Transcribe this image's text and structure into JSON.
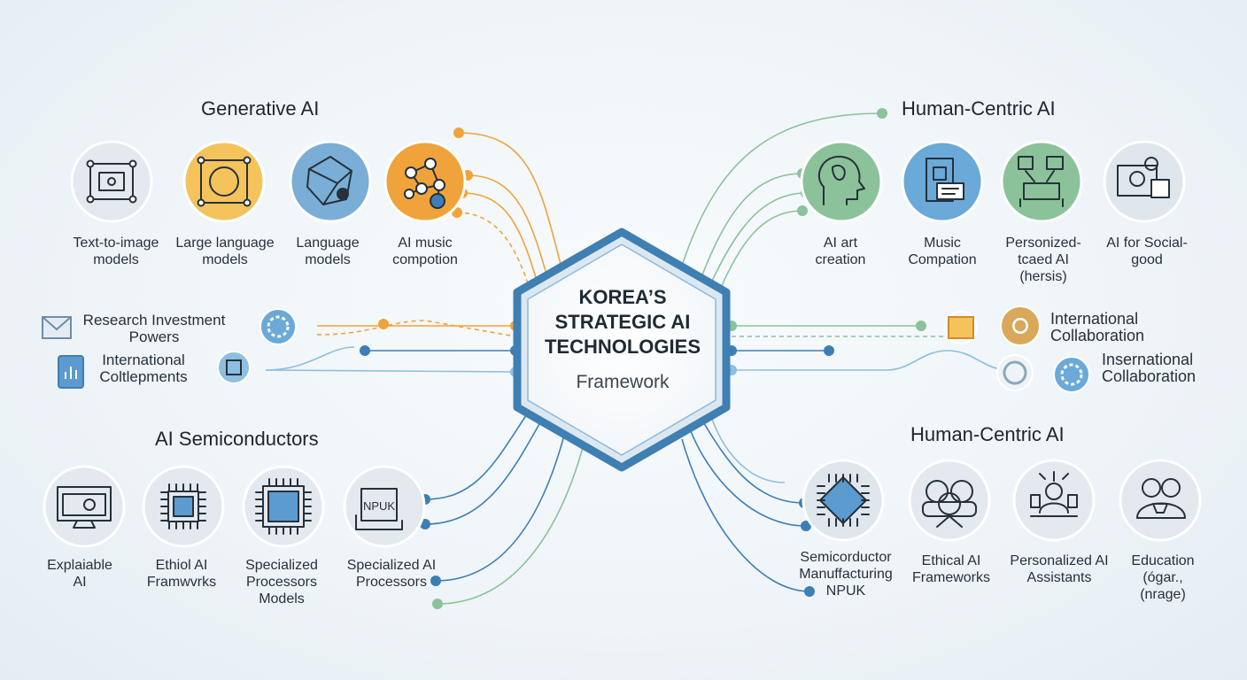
{
  "hub": {
    "line1": "KOREA’S",
    "line2": "STRATEGIC AI",
    "line3": "TECHNOLOGIES",
    "line4": "Framework"
  },
  "colors": {
    "orange": "#f0a33a",
    "blue": "#3d7fb5",
    "green": "#8cc29a",
    "lightblue": "#8dbfe0",
    "hub_border": "#3f7fb2"
  },
  "groups": {
    "generative": {
      "title": "Generative AI",
      "items": [
        {
          "label": [
            "Text-to-image",
            "models"
          ],
          "icon": "image-frame-icon",
          "color": "#e3e9ee"
        },
        {
          "label": [
            "Large language",
            "models"
          ],
          "icon": "brain-frame-icon",
          "color": "#f4c35c"
        },
        {
          "label": [
            "Language",
            "models"
          ],
          "icon": "network-cube-icon",
          "color": "#7aaed6"
        },
        {
          "label": [
            "AI music",
            "compotion"
          ],
          "icon": "molecule-network-icon",
          "color": "#f0a33a"
        }
      ]
    },
    "human_top": {
      "title": "Human-Centric AI",
      "items": [
        {
          "label": [
            "AI art",
            "creation"
          ],
          "icon": "head-profile-icon",
          "color": "#8cc29a"
        },
        {
          "label": [
            "Music",
            "Compation"
          ],
          "icon": "document-screen-icon",
          "color": "#6aa9d8"
        },
        {
          "label": [
            "Personized-",
            "tcaed AI",
            "(hersis)"
          ],
          "icon": "collaboration-icon",
          "color": "#8cc29a"
        },
        {
          "label": [
            "AI for Social-",
            "good"
          ],
          "icon": "social-screen-icon",
          "color": "#dfe6ec"
        }
      ]
    },
    "semis": {
      "title": "AI Semiconductors",
      "items": [
        {
          "label": [
            "Explaiable",
            "AI"
          ],
          "icon": "monitor-icon",
          "color": "#e3e9ee"
        },
        {
          "label": [
            "Ethiol AI",
            "Framwvrks"
          ],
          "icon": "chip-icon",
          "color": "#e3e9ee"
        },
        {
          "label": [
            "Specialized",
            "Processors",
            "Models"
          ],
          "icon": "processor-icon",
          "color": "#e3e9ee"
        },
        {
          "label": [
            "Specialized AI",
            "Processors"
          ],
          "icon": "npuk-chip-icon",
          "color": "#e3e9ee",
          "chip_text": "NPUK"
        }
      ]
    },
    "human_bottom": {
      "title": "Human-Centric AI",
      "items": [
        {
          "label": [
            "Semicorductor",
            "Manuffacturing",
            "NPUK"
          ],
          "icon": "circuit-chip-icon",
          "color": "#dfe6ec"
        },
        {
          "label": [
            "Ethical AI",
            "Frameworks"
          ],
          "icon": "people-group-icon",
          "color": "#e3e9ee"
        },
        {
          "label": [
            "Personalized AI",
            "Assistants"
          ],
          "icon": "assistant-person-icon",
          "color": "#e3e9ee"
        },
        {
          "label": [
            "Education",
            "(ógar.,",
            "(nrage)"
          ],
          "icon": "education-people-icon",
          "color": "#e3e9ee"
        }
      ]
    }
  },
  "side_left": {
    "item1": [
      "Research Investment",
      "Powers"
    ],
    "item2": [
      "International",
      "Coltlepments"
    ]
  },
  "side_right": {
    "item1": [
      "International",
      "Collaboration"
    ],
    "item2": [
      "Insernational",
      "Collaboration"
    ]
  }
}
